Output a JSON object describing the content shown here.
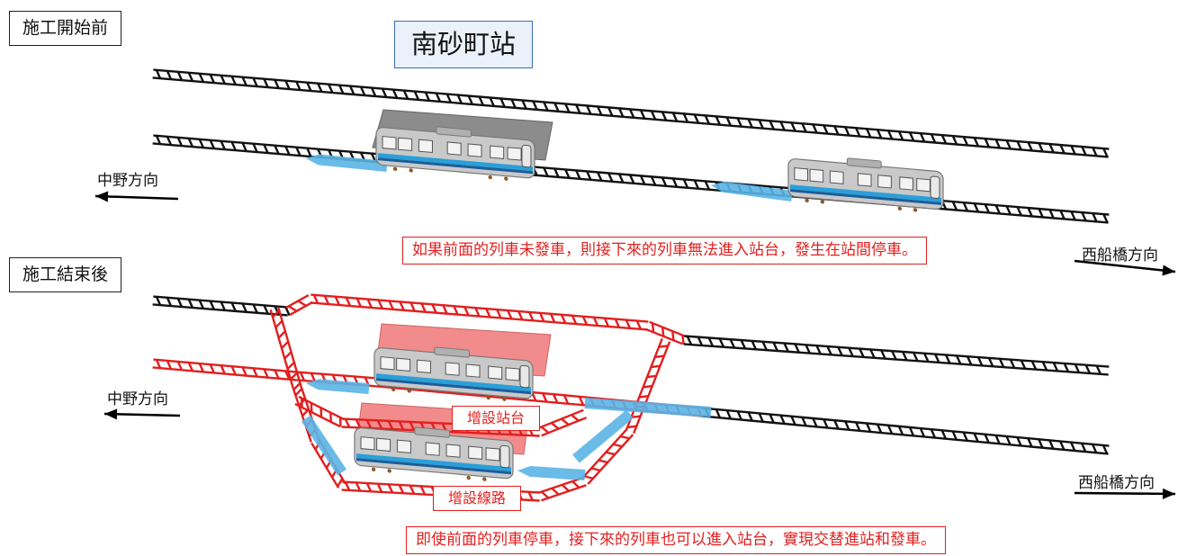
{
  "phases": {
    "before": "施工開始前",
    "after": "施工結束後"
  },
  "station_name": "南砂町站",
  "directions": {
    "left": "中野方向",
    "right": "西船橋方向"
  },
  "notes": {
    "before": "如果前面的列車未發車，則接下來的列車無法進入站台，發生在站間停車。",
    "after": "即使前面的列車停車，接下來的列車也可以進入站台，實現交替進站和發車。"
  },
  "tags": {
    "platform": "增設站台",
    "track": "增設線路"
  },
  "colors": {
    "track": "#111111",
    "new_track": "#e21f1f",
    "platform": "#8c8c8c",
    "new_platform": "#f28b8b",
    "train_body": "#c9c9c9",
    "train_stripe": "#2a9fd8",
    "route": "#5ab4e6",
    "station_border": "#3b6fb0"
  }
}
